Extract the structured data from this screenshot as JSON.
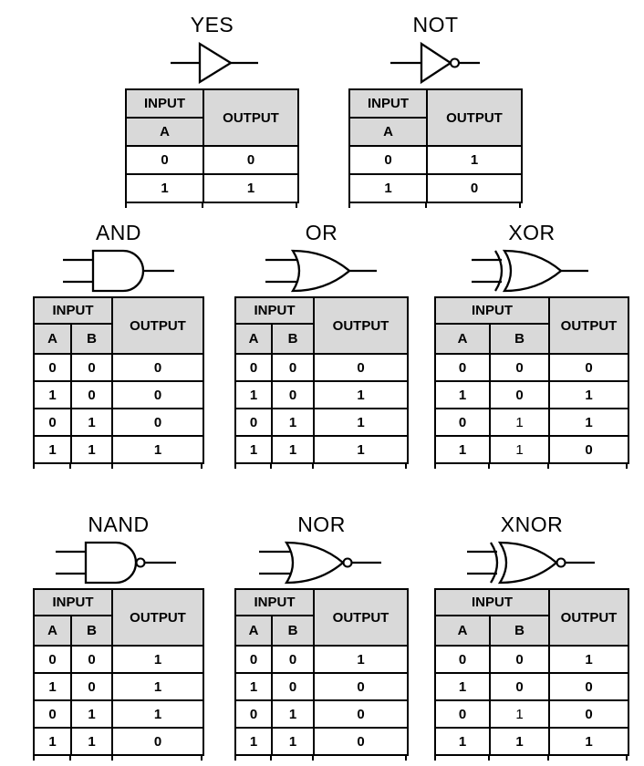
{
  "styles": {
    "header_fill": "#d9d9d9",
    "border_color": "#000000",
    "background": "#ffffff",
    "text_color": "#000000"
  },
  "labels": {
    "input": "INPUT",
    "output": "OUTPUT",
    "col_a": "A",
    "col_b": "B"
  },
  "gates": {
    "yes": {
      "title": "YES",
      "symbol": "buffer-gate",
      "inputs": 1,
      "rows": [
        [
          "0",
          "0"
        ],
        [
          "1",
          "1"
        ]
      ]
    },
    "not": {
      "title": "NOT",
      "symbol": "inverter-gate",
      "inputs": 1,
      "rows": [
        [
          "0",
          "1"
        ],
        [
          "1",
          "0"
        ]
      ]
    },
    "and": {
      "title": "AND",
      "symbol": "and-gate",
      "inputs": 2,
      "rows": [
        [
          "0",
          "0",
          "0"
        ],
        [
          "1",
          "0",
          "0"
        ],
        [
          "0",
          "1",
          "0"
        ],
        [
          "1",
          "1",
          "1"
        ]
      ]
    },
    "or": {
      "title": "OR",
      "symbol": "or-gate",
      "inputs": 2,
      "rows": [
        [
          "0",
          "0",
          "0"
        ],
        [
          "1",
          "0",
          "1"
        ],
        [
          "0",
          "1",
          "1"
        ],
        [
          "1",
          "1",
          "1"
        ]
      ]
    },
    "xor": {
      "title": "XOR",
      "symbol": "xor-gate",
      "inputs": 2,
      "rows": [
        [
          "0",
          "0",
          "0"
        ],
        [
          "1",
          "0",
          "1"
        ],
        [
          "0",
          "1",
          "1"
        ],
        [
          "1",
          "1",
          "0"
        ]
      ]
    },
    "nand": {
      "title": "NAND",
      "symbol": "nand-gate",
      "inputs": 2,
      "rows": [
        [
          "0",
          "0",
          "1"
        ],
        [
          "1",
          "0",
          "1"
        ],
        [
          "0",
          "1",
          "1"
        ],
        [
          "1",
          "1",
          "0"
        ]
      ]
    },
    "nor": {
      "title": "NOR",
      "symbol": "nor-gate",
      "inputs": 2,
      "rows": [
        [
          "0",
          "0",
          "1"
        ],
        [
          "1",
          "0",
          "0"
        ],
        [
          "0",
          "1",
          "0"
        ],
        [
          "1",
          "1",
          "0"
        ]
      ]
    },
    "xnor": {
      "title": "XNOR",
      "symbol": "xnor-gate",
      "inputs": 2,
      "rows": [
        [
          "0",
          "0",
          "1"
        ],
        [
          "1",
          "0",
          "0"
        ],
        [
          "0",
          "1",
          "0"
        ],
        [
          "1",
          "1",
          "1"
        ]
      ]
    }
  }
}
